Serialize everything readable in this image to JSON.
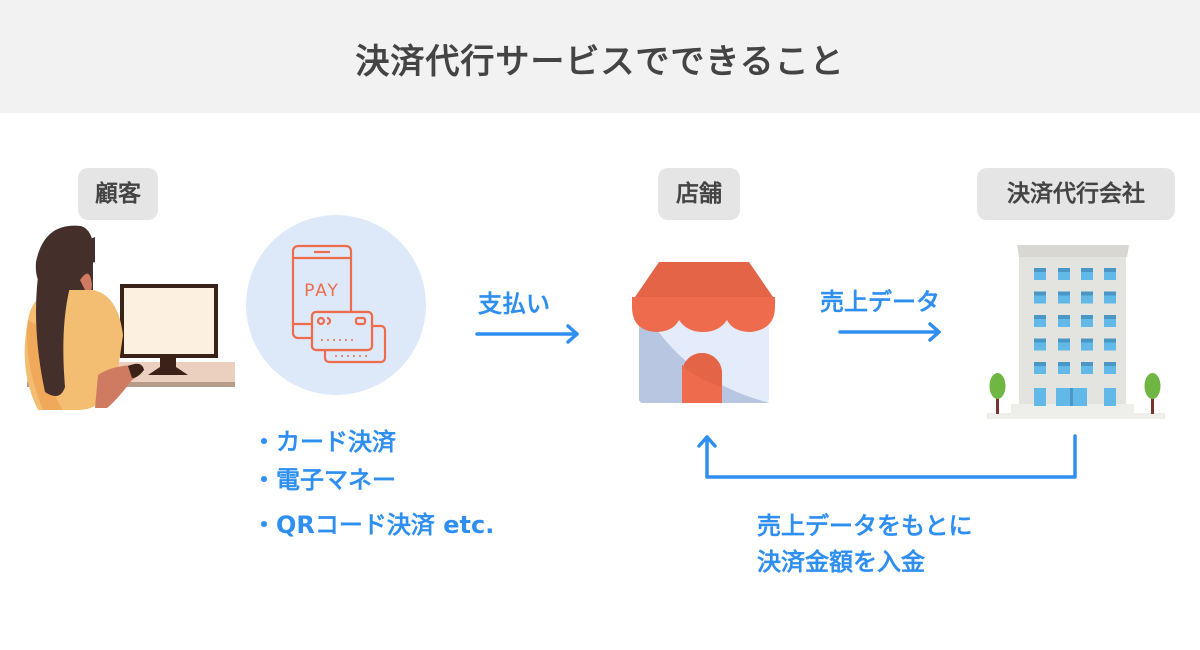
{
  "title": "決済代行サービスでできること",
  "actors": {
    "customer": "顧客",
    "store": "店舗",
    "agent": "決済代行会社"
  },
  "icon_text": "PAY",
  "flows": {
    "payment": "支払い",
    "sales_data": "売上データ",
    "deposit_line1": "売上データをもとに",
    "deposit_line2": "決済金額を入金"
  },
  "methods": [
    "・カード決済",
    "・電子マネー",
    "・QRコード決済 etc."
  ],
  "colors": {
    "accent": "#2f8ff0",
    "orange": "#ee6c4d",
    "circle": "#dde9f8"
  }
}
